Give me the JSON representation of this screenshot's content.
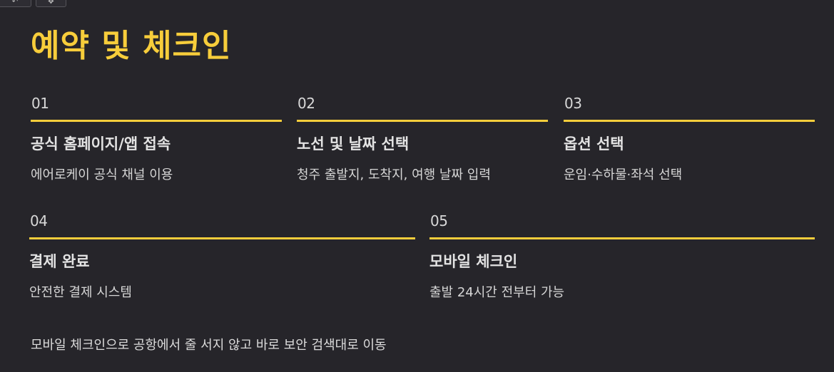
{
  "toolbar": {
    "left_icon": "undo-icon",
    "right_icon": "move-icon",
    "left_glyph": "↶",
    "right_glyph": "✥"
  },
  "title": "예약 및 체크인",
  "colors": {
    "accent": "#f7cd3b",
    "background": "#26252a",
    "text": "#e6e6e6"
  },
  "steps": [
    {
      "num": "01",
      "head": "공식 홈페이지/앱 접속",
      "desc": "에어로케이 공식 채널 이용"
    },
    {
      "num": "02",
      "head": "노선 및 날짜 선택",
      "desc": "청주 출발지, 도착지, 여행 날짜 입력"
    },
    {
      "num": "03",
      "head": "옵션 선택",
      "desc": "운임·수하물·좌석 선택"
    },
    {
      "num": "04",
      "head": "결제 완료",
      "desc": "안전한 결제 시스템"
    },
    {
      "num": "05",
      "head": "모바일 체크인",
      "desc": "출발 24시간 전부터 가능"
    }
  ],
  "footer": "모바일 체크인으로 공항에서 줄 서지 않고 바로 보안 검색대로 이동"
}
